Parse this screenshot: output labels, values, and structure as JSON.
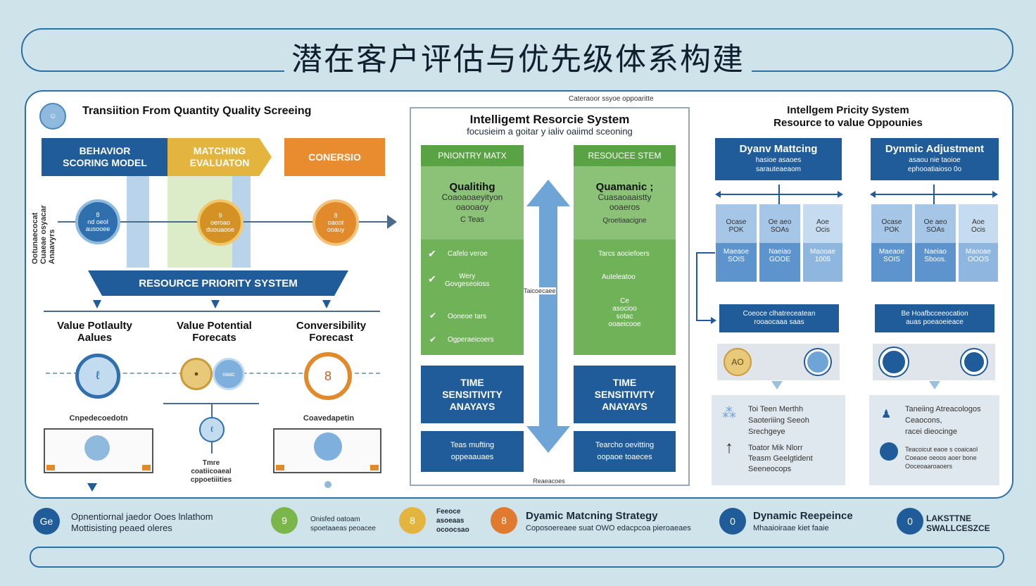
{
  "title": "潜在客户评估与优先级体系构建",
  "left": {
    "heading": "Transiition From Quantity Quality Screeing",
    "stage1": "BEHAVIOR\nSCORING MODEL",
    "stage2": "MATCHING\nEVALUATON",
    "stage3": "CONERSIO",
    "side_label": "Ootunaecocat Cuaeae osyacar Anaavyrs",
    "circle1": "8\nnd oeol\nausooee",
    "circle2": "9\noeroao\nduouaooe",
    "circle3": "8\noaoot\nooauy",
    "banner": "RESOURCE PRIORITY SYSTEM",
    "col1": "Value Potlaulty\nAalues",
    "col2": "Value Potential\nForecats",
    "col3": "Conversibility\nForecast",
    "cap1": "Cnpedecoedotn",
    "cap3": "Coavedapetin",
    "mid_caption": "Tmre\ncoatiicoaeal\ncppoetiiities"
  },
  "center": {
    "top_note": "Cateraoor ssyoe oppoaritte",
    "heading": "Intelligemt Resorcie System",
    "subheading": "focusieim a goitar y ialiv oaiimd sceoning",
    "left_head": "PNIONTRY MATX",
    "right_head": "RESOUCEE STEM",
    "left_title": "Qualitihg",
    "left_sub": "Coaoaoaeyityon\noaooaoy",
    "left_meta": "C Teas",
    "right_title": "Quamanic ;",
    "right_sub": "Cuasaoaaistty\nooaeros",
    "right_meta": "Qroetiaacigne",
    "left_items": [
      "Cafelo veroe",
      "Wery\nGovgeseoioss",
      "Ooneoe tars",
      "Ogperaeicoers"
    ],
    "right_items": [
      "Tarcs aociefoers",
      "Auteleatoo",
      "Ce\nasocioo\nsotac\nooaeicooe"
    ],
    "time_left": "TIME\nSENSITIVITY\nANAYAYS",
    "time_right": "TIME\nSENSITIVITY\nANAYAYS",
    "foot_left": "Teas mufting\noppeaauaes",
    "foot_right": "Tearcho oevitting\noopaoe toaeces",
    "mid_tag": "Taicoecaee",
    "bottom_note": "Reaeacoes"
  },
  "right": {
    "heading": "Intellgem Pricity System\nResource to value Oppounies",
    "card1": {
      "title": "Dyanv Mattcing",
      "sub": "hasioe asaoes\nsarauteaeaom",
      "cells": [
        [
          "Ocase\nPOK",
          "Oe aeo\nSOAs",
          "Aoe\nOcis"
        ],
        [
          "Maeaoe\nSOIS",
          "Naeiao\nGOOE",
          "Maooae\n1005"
        ]
      ],
      "bar": "Coeoce clhatreceatean\nrooaocaaa saas",
      "result_label": "AO",
      "bullets": [
        "Toi Teen Merthh\nSaoteriiing Seeoh\nSrechgeye",
        "Toator Mik Nlorr\nTeasm Geelgtident\nSeeneocops"
      ]
    },
    "card2": {
      "title": "Dynmic Adjustment",
      "sub": "asaou nie taoioe\nephooatiaioso 0o",
      "cells": [
        [
          "Ocase\nPOK",
          "Oe aeo\nSOAs",
          "Aoe\nOcis"
        ],
        [
          "Maeaoe\nSOIS",
          "Naeiao\nSboos.",
          "Maooae\nOOOS"
        ]
      ],
      "bar": "Be Hoafbcceeocation\nauas poeaoeieace",
      "bullets": [
        "Taneiing Atreacologos\nCeaocons,\nracei dieocinge",
        "Teacoicut eaoe s coaicaol\nCoeaoe oeoos aoer bone\nOoceoaaroaoers"
      ]
    }
  },
  "footer": [
    {
      "icon": "Ge",
      "text": "Opnentiornal jaedor Ooes lnlathom\nMottisisting peaed oleres",
      "color": "#1f5c99"
    },
    {
      "icon": "9",
      "text": "Onisfed oatoam\nspoetaaeas peoacee",
      "color": "#7bb64a"
    },
    {
      "icon": "8",
      "text": "Feeoce\nasoeaas\nocoocsao",
      "color": "#e3b53f"
    },
    {
      "icon": "8",
      "title": "Dyamic Matcning Strategy",
      "text": "Coposoereaee suat OWO edacpcoa pieroaeaes",
      "color": "#e07a2e"
    },
    {
      "icon": "0",
      "title": "Dynamic Reepeince",
      "text": "Mhaaioiraae kiet faaie",
      "color": "#1f5c99"
    },
    {
      "icon": "0",
      "title": "LAKSTTNE\nSWALLCESZCE",
      "text": "",
      "color": "#1f5c99"
    }
  ]
}
